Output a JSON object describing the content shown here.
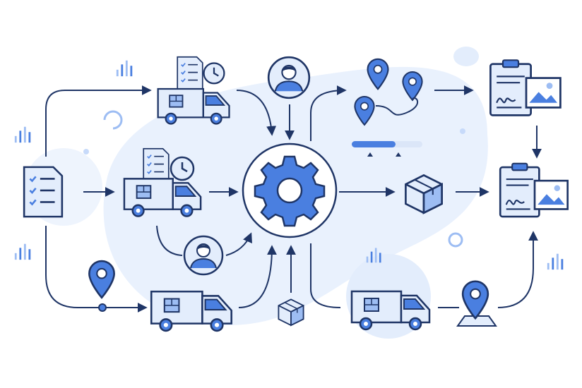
{
  "colors": {
    "outline": "#1f3566",
    "accent": "#4a7fe0",
    "accent_light": "#9dbdf3",
    "fill_light": "#e3edfc",
    "blob": "#e9f1fd",
    "background": "#ffffff"
  },
  "icons": [
    "checklist-document",
    "delivery-van",
    "clock",
    "clipboard",
    "person-avatar",
    "gear",
    "location-pin",
    "route",
    "progress-slider",
    "package-box",
    "signed-document",
    "image",
    "bar-chart",
    "map-pin"
  ]
}
